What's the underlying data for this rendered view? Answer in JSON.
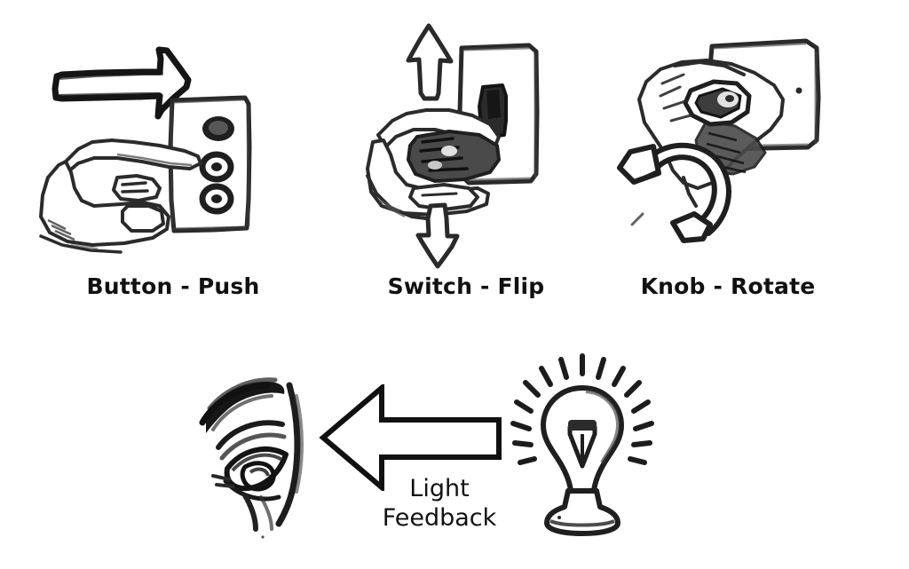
{
  "diagram": {
    "title_visible": false,
    "background_color": "#ffffff",
    "ink_color": "#1a1a1a",
    "row_one": [
      {
        "id": "button-push",
        "caption": "Button - Push",
        "icon": "hand-pressing-button-panel-icon",
        "direction_arrow": "arrow-right-sketch-icon",
        "control_type": "button",
        "action": "Push"
      },
      {
        "id": "switch-flip",
        "caption": "Switch - Flip",
        "icon": "hand-gripping-toggle-switch-icon",
        "direction_arrow": "arrow-up-down-sketch-icon",
        "control_type": "switch",
        "action": "Flip"
      },
      {
        "id": "knob-rotate",
        "caption": "Knob - Rotate",
        "icon": "hand-grasping-knob-icon",
        "direction_arrow": "curved-rotation-arrow-icon",
        "control_type": "knob",
        "action": "Rotate"
      }
    ],
    "row_two": {
      "id": "light-feedback",
      "caption_lines": [
        "Light",
        "Feedback"
      ],
      "source_icon": "light-bulb-glowing-icon",
      "target_icon": "human-eye-sketch-icon",
      "flow_arrow": "arrow-left-block-icon",
      "flow_direction": "bulb-to-eye"
    }
  }
}
